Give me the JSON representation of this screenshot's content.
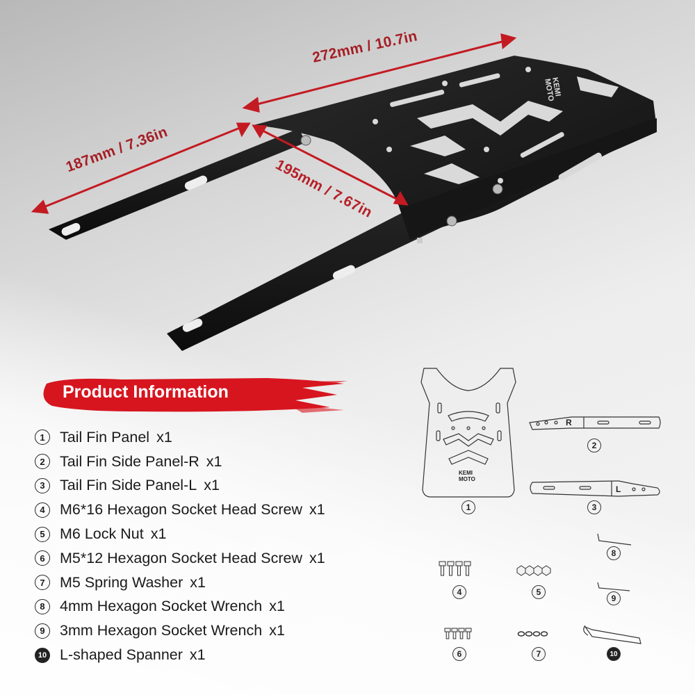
{
  "dimensions": {
    "top": "272mm / 10.7in",
    "side": "187mm / 7.36in",
    "diagonal": "195mm / 7.67in"
  },
  "brand": {
    "logo_line1": "KEMI",
    "logo_line2": "MOTO"
  },
  "section_title": "Product Information",
  "accent_color": "#d7151f",
  "parts": [
    {
      "num": "1",
      "name": "Tail Fin Panel",
      "qty": "x1"
    },
    {
      "num": "2",
      "name": "Tail Fin Side Panel-R",
      "qty": "x1"
    },
    {
      "num": "3",
      "name": "Tail Fin Side Panel-L",
      "qty": "x1"
    },
    {
      "num": "4",
      "name": "M6*16 Hexagon Socket Head Screw",
      "qty": "x1"
    },
    {
      "num": "5",
      "name": "M6 Lock Nut",
      "qty": "x1"
    },
    {
      "num": "6",
      "name": "M5*12 Hexagon Socket Head Screw",
      "qty": "x1"
    },
    {
      "num": "7",
      "name": "M5 Spring Washer",
      "qty": "x1"
    },
    {
      "num": "8",
      "name": "4mm Hexagon Socket Wrench",
      "qty": "x1"
    },
    {
      "num": "9",
      "name": "3mm Hexagon Socket Wrench",
      "qty": "x1"
    },
    {
      "num": "10",
      "name": "L-shaped Spanner",
      "qty": "x1"
    }
  ],
  "diagram": {
    "side_r_letter": "R",
    "side_l_letter": "L",
    "logo_line1": "KEMI",
    "logo_line2": "MOTO"
  }
}
